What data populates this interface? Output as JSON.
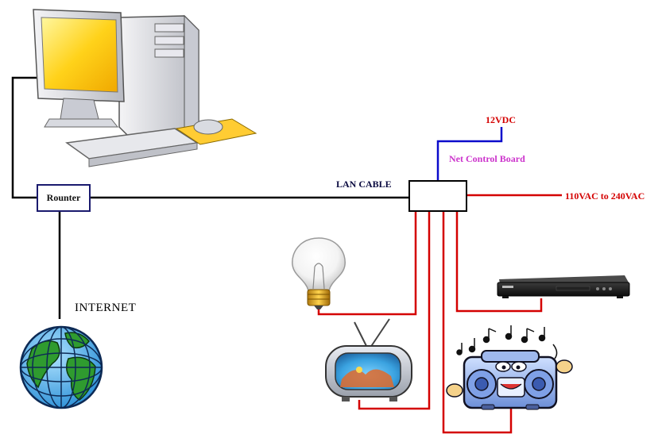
{
  "diagram": {
    "labels": {
      "router": "Rounter",
      "lan_cable": "LAN CABLE",
      "net_control_board": "Net Control Board",
      "dc_input": "12VDC",
      "ac_input": "110VAC to 240VAC",
      "internet": "INTERNET"
    },
    "colors": {
      "lan_line": "#000000",
      "dc_line": "#0b0bcc",
      "ac_line": "#d40000",
      "router_border": "#1a1a6e",
      "net_control_board_text": "#cc33cc",
      "power_text": "#d40000"
    },
    "icons": [
      "desktop-computer-icon",
      "globe-icon",
      "light-bulb-icon",
      "television-icon",
      "dvd-player-icon",
      "boombox-icon"
    ]
  }
}
